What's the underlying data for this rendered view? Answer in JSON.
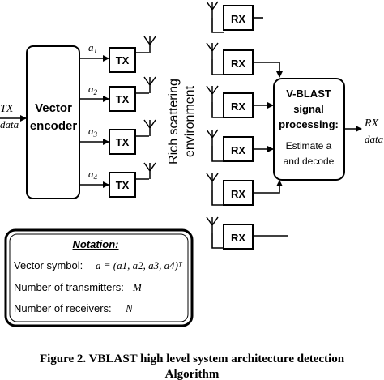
{
  "tx_input": {
    "line1": "TX",
    "line2": "data"
  },
  "encoder": {
    "line1": "Vector",
    "line2": "encoder"
  },
  "streams": [
    "a1",
    "a2",
    "a3",
    "a4"
  ],
  "tx_label": "TX",
  "rx_label": "RX",
  "channel": {
    "line1": "Rich scattering",
    "line2": "environment"
  },
  "vblast": {
    "line1": "V-BLAST",
    "line2": "signal",
    "line3": "processing:",
    "line4": "Estimate a",
    "line5": "and decode"
  },
  "rx_output": {
    "line1": "RX",
    "line2": "data"
  },
  "notation": {
    "title": "Notation:",
    "symbol_label": "Vector symbol:",
    "symbol_expr": "a ≡ (a1, a2, a3, a4)ᵀ",
    "tx_count_label": "Number of transmitters:",
    "tx_count_var": "M",
    "rx_count_label": "Number of  receivers:",
    "rx_count_var": "N"
  },
  "caption": {
    "line1": "Figure 2. VBLAST high level system architecture detection",
    "line2": "Algorithm"
  }
}
